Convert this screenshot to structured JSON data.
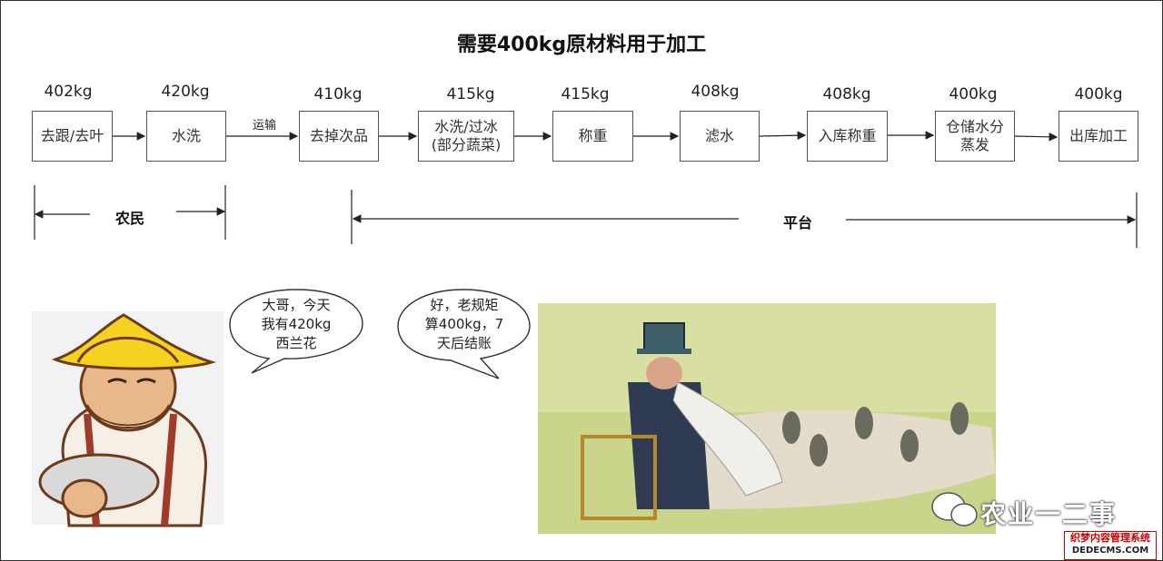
{
  "title": "需要400kg原材料用于加工",
  "weights": [
    "402kg",
    "420kg",
    "410kg",
    "415kg",
    "415kg",
    "408kg",
    "408kg",
    "400kg",
    "400kg"
  ],
  "steps": [
    "去跟/去叶",
    "水洗",
    "去掉次品",
    "水洗/过冰\n(部分蔬菜)",
    "称重",
    "滤水",
    "入库称重",
    "仓储水分\n蒸发",
    "出库加工"
  ],
  "transport_label": "运输",
  "zones": {
    "farmer": "农民",
    "platform": "平台"
  },
  "bubbles": {
    "farmer": "大哥，今天\n我有420kg\n西兰花",
    "platform": "好，老规矩\n算400kg，7\n天后结账"
  },
  "watermark": {
    "brand": "农业一二事",
    "site_cn": "织梦内容管理系统",
    "site_en": "DEDECMS.COM"
  },
  "colors": {
    "hat": "#f4d21f",
    "border": "#555555",
    "background": "#ffffff"
  }
}
